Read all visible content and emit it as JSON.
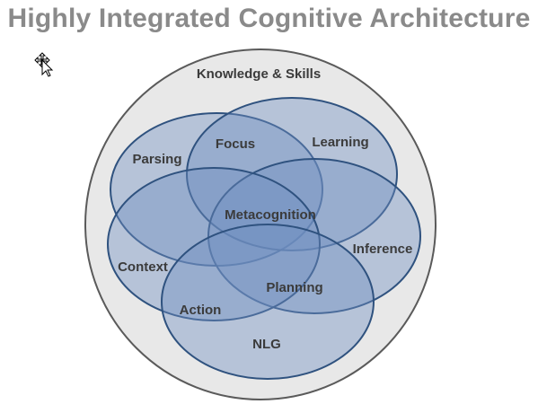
{
  "title": "Highly Integrated Cognitive Architecture",
  "outer": {
    "label": "Knowledge & Skills"
  },
  "regions": {
    "parsing": "Parsing",
    "focus": "Focus",
    "learning": "Learning",
    "metacognition": "Metacognition",
    "context": "Context",
    "inference": "Inference",
    "planning": "Planning",
    "action": "Action",
    "nlg": "NLG"
  },
  "colors": {
    "title": "#8a8a8a",
    "outer_fill": "#e8e8e8",
    "outer_stroke": "#5a5a5a",
    "ellipse_fill": "#6f8fc1",
    "ellipse_stroke": "#2f527f",
    "label": "#3b3b3b"
  },
  "icons": {
    "cursor": "move-cursor-icon"
  }
}
